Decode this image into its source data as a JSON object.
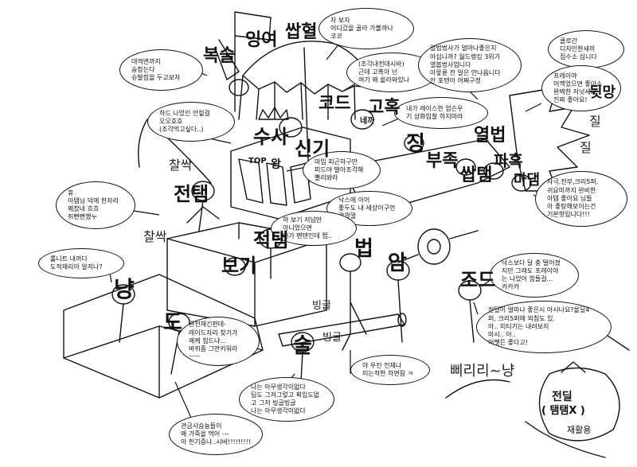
{
  "bubbles": {
    "top_guide": [
      "자 보자",
      "어디갔을 골라 가볼까나",
      "코코"
    ],
    "carve_chair": [
      "(조각내전대시바)",
      "근데 고혹아 넌",
      "여기 왜 올라와있나"
    ],
    "cape_fill": [
      "대격변까지",
      "숭참는다",
      "슈발힘을 두고보자"
    ],
    "master_chat": [
      "열법법사가 얼마나좋은지",
      "아십니까? 월드랭킹 3위가",
      "열봅법사입니다",
      "아뭏륜 전 일은 안나옵니다",
      "안 포텐이 어쩌구정"
    ],
    "clone_designer": [
      "클로간",
      "디자인한새끼",
      "집수소 십니다"
    ],
    "freya": [
      "프레이야",
      "어껙었으면 좋아쇼",
      "완벽한 저넛세요",
      "진짜 좋아요!"
    ],
    "hard_laugh": [
      "하드 나었인 안힐걸",
      "오오호호",
      "(조각먹고싶다..)"
    ],
    "race_prep": [
      "내가 레이스한 엄슨우",
      "기 상화입찰 하지마라"
    ],
    "magic_flag": [
      "마임 피곤하구만",
      "피드야 발아조각해",
      "빨리봐라"
    ],
    "knots": [
      "낙스에 이어",
      "좋두도 내 세상이구먼",
      "껄껄껄"
    ],
    "dagger_rush": [
      "휴",
      "아템님 덕에 한자리",
      "꿰찼네 흐흐",
      "쥐뻔뻔했누"
    ],
    "best_offer": [
      "자극,전부,크리5퍼,",
      "귀요미까지 완비한",
      "아템 좋아요 님들",
      "아 좋탕해보이는건",
      "기본핫입니다!!!"
    ],
    "handsome": [
      "하 보기 저넘만",
      "아니었으면",
      "내가 팬텐인데 쩝.."
    ],
    "need_kobe": [
      "롤니트 내꺼다",
      "도적재리아 알지나?"
    ],
    "knot_worse": [
      "낙스보다 달 충 떨어졌",
      "지만 그래도 프레이야",
      "는 나었어 힘들걸...",
      "카카카"
    ],
    "ret_cancel": [
      "완전재긴판데-",
      "레이드자리 찾기가",
      "왜케 힘드냐...",
      "바쥐좀 그만키워라",
      "ㅡㅡ"
    ],
    "jeon_deal": [
      "전딜이 얼마나 좋은시 아시나요?올딜4",
      "퍼, 크리5퍼에 외침도 있.",
      "아.. 미티기는 내려보지",
      "마시.. 아..",
      "어쨋든 좋다고!"
    ],
    "always_kind": [
      "야 우린 언제나",
      "미는적한 하면됨 ㅋ"
    ],
    "spin_nothing": [
      "나는 아무생각이없다",
      "딥도 그저그렇고 획임도없",
      "고 그저 빙글빙글",
      "나는 아무생각이없다"
    ],
    "curse_end": [
      "관금사슴뇽들이",
      "왜 가죽을 먹어 ---",
      "아 헌기증나..시바!!!!!!!!!"
    ]
  },
  "tags": {
    "boksul": "복술",
    "ingyeo": "잉여",
    "ssaphyeol": "쌉혈",
    "kodeu": "코드",
    "gohok": "고혹",
    "susa": "수사",
    "singi": "신기",
    "jing": "징",
    "bujok": "부족",
    "yeolbeop": "열법",
    "ssaptaem": "쌉탬",
    "pahok": "파혹",
    "madaem": "마댐",
    "jeontaem": "전탬",
    "jeoktaem": "적탬",
    "bogi": "보기",
    "beop": "법",
    "am": "암",
    "jodeu": "조드",
    "nyang": "냥",
    "do": "도",
    "sul": "술",
    "dwaemang": "뒷망",
    "jeondil": "전딜",
    "taemtaem": "( 탬탬X )",
    "jaehwalyong": "재활용",
    "nekka": "네까",
    "teop": "TOP",
    "wang": "왕"
  },
  "sfx": {
    "chalssak1": "찰싹",
    "chalssak2": "찰싹",
    "jiljil1": "질",
    "jiljil2": "질",
    "binggeul1": "빙글",
    "binggeul2": "빙글",
    "ppiriri": "삐리리~냥"
  },
  "colors": {
    "ink": "#111111",
    "paper": "#ffffff",
    "bubble_border": "#111111"
  }
}
